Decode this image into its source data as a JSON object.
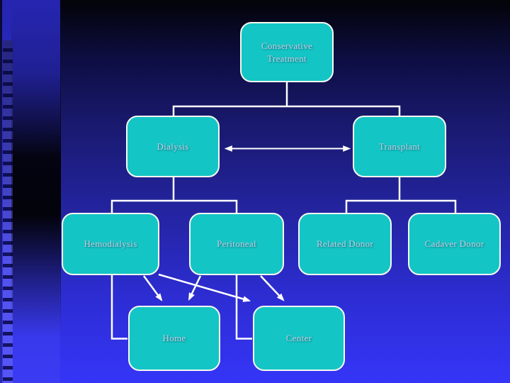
{
  "slide": {
    "kind": "flowchart-slide",
    "colors": {
      "background_top": "#030308",
      "background_bottom": "#3535f8",
      "left_strip": "#2e2ed0",
      "dark_band": "#000000",
      "node_fill": "#14c5c5",
      "node_border": "#f8f8f2",
      "node_text": "#ccccdf",
      "connector": "#ffffff"
    }
  },
  "flowchart": {
    "nodes": {
      "conservative": {
        "label": "Conservative Treatment"
      },
      "dialysis": {
        "label": "Dialysis"
      },
      "transplant": {
        "label": "Transplant"
      },
      "hemodialysis": {
        "label": "Hemodialysis"
      },
      "peritoneal": {
        "label": "Peritoneal"
      },
      "related_donor": {
        "label": "Related Donor"
      },
      "cadaver_donor": {
        "label": "Cadaver Donor"
      },
      "home": {
        "label": "Home"
      },
      "center": {
        "label": "Center"
      }
    },
    "edges": [
      {
        "from": "conservative",
        "to": "dialysis",
        "style": "elbow-line"
      },
      {
        "from": "conservative",
        "to": "transplant",
        "style": "elbow-line"
      },
      {
        "from": "dialysis",
        "to": "transplant",
        "style": "double-headed-arrow"
      },
      {
        "from": "dialysis",
        "to": "hemodialysis",
        "style": "elbow-line"
      },
      {
        "from": "dialysis",
        "to": "peritoneal",
        "style": "elbow-line"
      },
      {
        "from": "transplant",
        "to": "related_donor",
        "style": "elbow-line"
      },
      {
        "from": "transplant",
        "to": "cadaver_donor",
        "style": "elbow-line"
      },
      {
        "from": "hemodialysis",
        "to": "home",
        "style": "elbow-line"
      },
      {
        "from": "hemodialysis",
        "to": "home",
        "style": "diagonal-arrow"
      },
      {
        "from": "hemodialysis",
        "to": "center",
        "style": "diagonal-arrow"
      },
      {
        "from": "peritoneal",
        "to": "home",
        "style": "diagonal-arrow"
      },
      {
        "from": "peritoneal",
        "to": "center",
        "style": "elbow-line"
      },
      {
        "from": "peritoneal",
        "to": "center",
        "style": "diagonal-arrow"
      }
    ]
  }
}
